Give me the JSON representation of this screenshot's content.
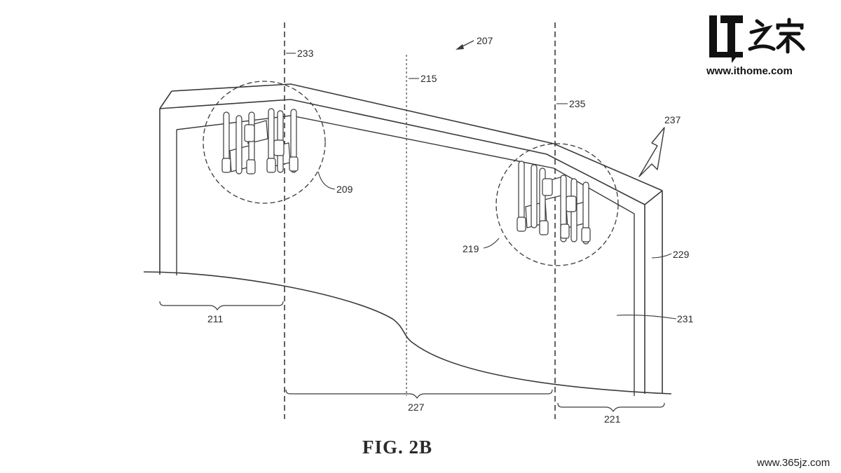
{
  "figure": {
    "caption": "FIG. 2B"
  },
  "labels": {
    "l207": "207",
    "l233": "233",
    "l215": "215",
    "l235": "235",
    "l237": "237",
    "l209": "209",
    "l219": "219",
    "l229": "229",
    "l231": "231",
    "l211": "211",
    "l227": "227",
    "l221": "221"
  },
  "watermarks": {
    "logo_text": "IT之家",
    "logo_url": "www.ithome.com",
    "footer_url": "www.365jz.com"
  },
  "colors": {
    "ink": "#3a3a3a",
    "logo": "#111111",
    "background": "#ffffff"
  }
}
